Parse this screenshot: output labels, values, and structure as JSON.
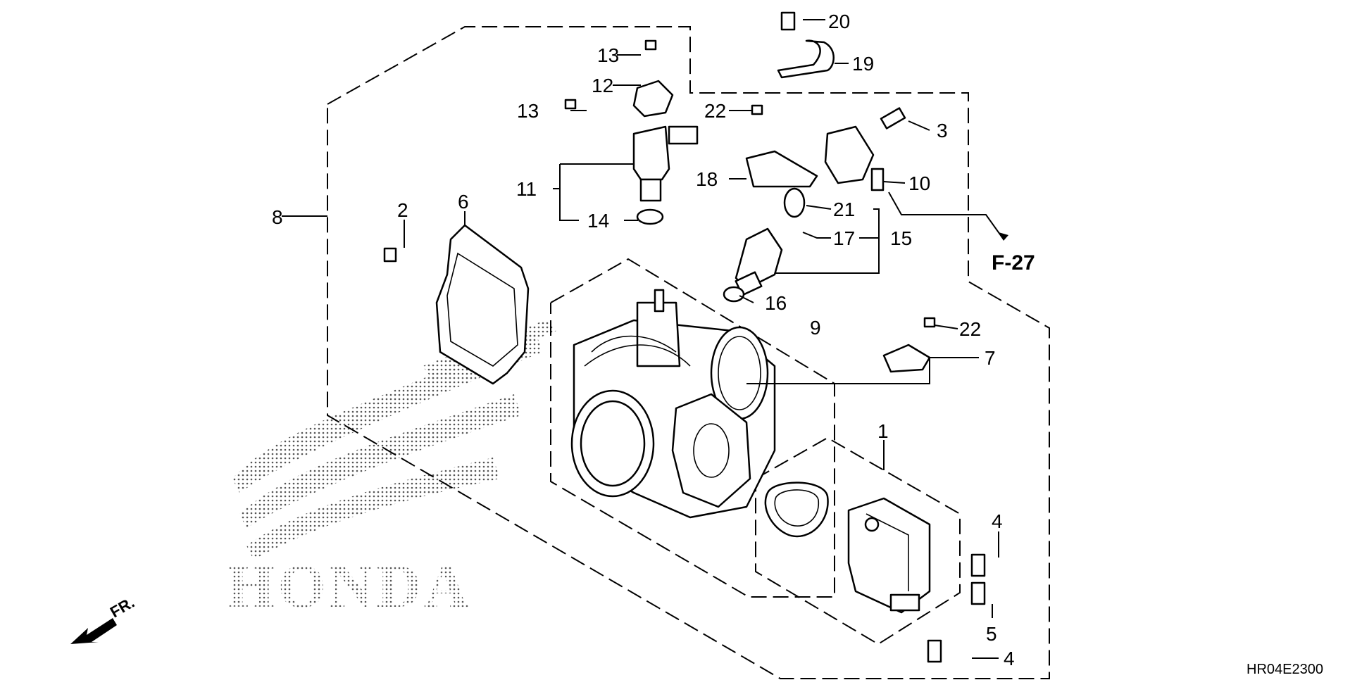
{
  "diagram": {
    "callouts": [
      {
        "id": "c1",
        "text": "1"
      },
      {
        "id": "c2",
        "text": "2"
      },
      {
        "id": "c3",
        "text": "3"
      },
      {
        "id": "c4a",
        "text": "4"
      },
      {
        "id": "c4b",
        "text": "4"
      },
      {
        "id": "c5",
        "text": "5"
      },
      {
        "id": "c6",
        "text": "6"
      },
      {
        "id": "c7",
        "text": "7"
      },
      {
        "id": "c8",
        "text": "8"
      },
      {
        "id": "c9",
        "text": "9"
      },
      {
        "id": "c10",
        "text": "10"
      },
      {
        "id": "c11",
        "text": "11"
      },
      {
        "id": "c12",
        "text": "12"
      },
      {
        "id": "c13a",
        "text": "13"
      },
      {
        "id": "c13b",
        "text": "13"
      },
      {
        "id": "c14",
        "text": "14"
      },
      {
        "id": "c15",
        "text": "15"
      },
      {
        "id": "c16",
        "text": "16"
      },
      {
        "id": "c17",
        "text": "17"
      },
      {
        "id": "c18",
        "text": "18"
      },
      {
        "id": "c19",
        "text": "19"
      },
      {
        "id": "c20",
        "text": "20"
      },
      {
        "id": "c21",
        "text": "21"
      },
      {
        "id": "c22a",
        "text": "22"
      },
      {
        "id": "c22b",
        "text": "22"
      }
    ],
    "reference": "F-27",
    "front_label": "FR.",
    "watermark": "HONDA",
    "diagram_code": "HR04E2300"
  }
}
